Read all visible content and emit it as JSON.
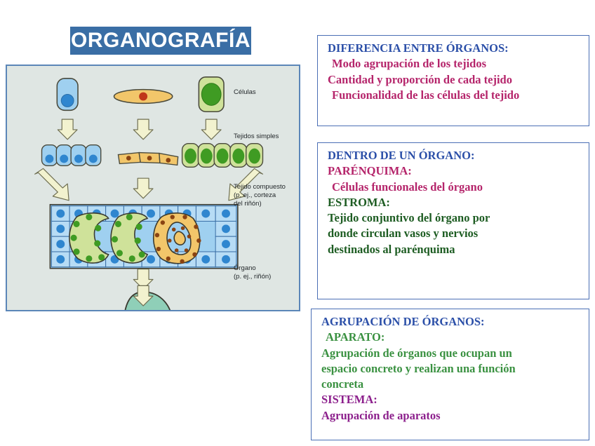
{
  "title": {
    "text": "ORGANOGRAFÍA",
    "banner_color": "#3a6ea5",
    "text_color": "#ffffff"
  },
  "diagram": {
    "name": "organ-formation-diagram",
    "panel_background": "#dfe6e3",
    "panel_border_color": "#5b86b8",
    "labels": {
      "celulas": "Células",
      "tejidos_simples": "Tejidos simples",
      "tejido_compuesto": "Tejido compuesto\n(p. ej., corteza\ndel riñón)",
      "organo": "Órgano\n(p. ej., riñón)"
    },
    "cell_types": [
      {
        "name": "epithelial-blue-cell",
        "cytoplasm": "#9fd0f0",
        "nucleus": "#2f86cf",
        "row_count": 4
      },
      {
        "name": "flat-orange-cell",
        "cytoplasm": "#f2c66a",
        "nucleus": "#c0361a",
        "row_count": 3
      },
      {
        "name": "green-cell",
        "cytoplasm": "#cfe29a",
        "nucleus": "#3f9b23",
        "row_count": 5
      }
    ],
    "arrow_color": "#f2f2cf",
    "arrow_outline": "#6b6b4a",
    "organ": {
      "name": "kidney",
      "fill": "#8fcfb8",
      "outline": "#3a3a3a"
    }
  },
  "boxes": [
    {
      "name": "diferencia-entre-organos",
      "lines": [
        {
          "text": "DIFERENCIA ENTRE ÓRGANOS:",
          "color_key": "c-blue",
          "indent": false
        },
        {
          "text": "Modo agrupación de los tejidos",
          "color_key": "c-crimson",
          "indent": true
        },
        {
          "text": "Cantidad y proporción de cada tejido",
          "color_key": "c-crimson",
          "indent": false
        },
        {
          "text": "Funcionalidad de las células del tejido",
          "color_key": "c-crimson",
          "indent": true
        }
      ]
    },
    {
      "name": "dentro-de-un-organo",
      "lines": [
        {
          "text": "DENTRO DE UN ÓRGANO:",
          "color_key": "c-blue",
          "indent": false
        },
        {
          "text": "PARÉNQUIMA:",
          "color_key": "c-crimson",
          "indent": false
        },
        {
          "text": "Células funcionales del órgano",
          "color_key": "c-crimson",
          "indent": true
        },
        {
          "text": "ESTROMA:",
          "color_key": "c-green",
          "indent": false
        },
        {
          "text": "Tejido conjuntivo del órgano por",
          "color_key": "c-green",
          "indent": false
        },
        {
          "text": "donde circulan vasos y nervios",
          "color_key": "c-green",
          "indent": false
        },
        {
          "text": "destinados al parénquima",
          "color_key": "c-green",
          "indent": false
        }
      ]
    },
    {
      "name": "agrupacion-de-organos",
      "lines": [
        {
          "text": "AGRUPACIÓN DE ÓRGANOS:",
          "color_key": "c-blue",
          "indent": false
        },
        {
          "text": "APARATO:",
          "color_key": "c-leaf",
          "indent": true
        },
        {
          "text": "Agrupación de órganos que ocupan un",
          "color_key": "c-leaf",
          "indent": false
        },
        {
          "text": "espacio concreto y realizan una función",
          "color_key": "c-leaf",
          "indent": false
        },
        {
          "text": "concreta",
          "color_key": "c-leaf",
          "indent": false
        },
        {
          "text": "SISTEMA:",
          "color_key": "c-purple",
          "indent": false
        },
        {
          "text": "Agrupación de aparatos",
          "color_key": "c-purple",
          "indent": false
        }
      ]
    }
  ],
  "colors": {
    "heading_blue": "#2b4fa8",
    "crimson": "#b5256b",
    "dark_green": "#1d5c22",
    "leaf_green": "#3a9141",
    "purple": "#8c1f8c",
    "box_border": "#4a6fb5"
  }
}
